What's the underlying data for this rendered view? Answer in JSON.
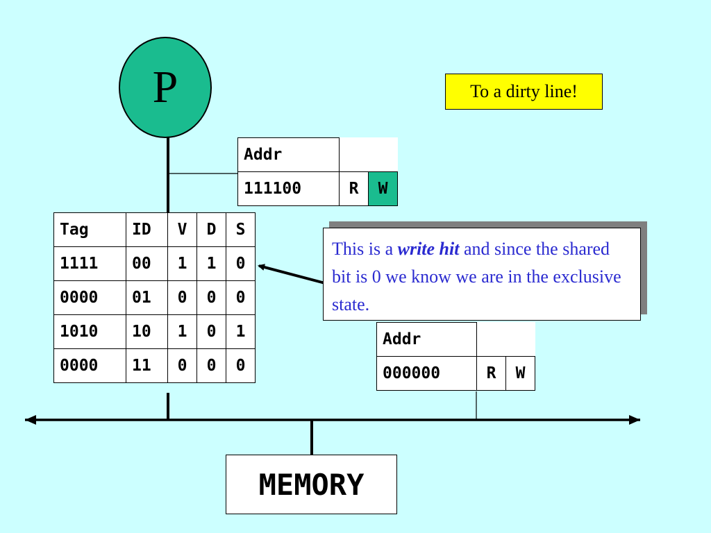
{
  "processor": {
    "label": "P"
  },
  "note": {
    "text": "To a dirty line!"
  },
  "request_top": {
    "header": "Addr",
    "address": "111100",
    "read": "R",
    "write": "W",
    "highlighted": "W"
  },
  "cache": {
    "headers": [
      "Tag",
      "ID",
      "V",
      "D",
      "S"
    ],
    "rows": [
      [
        "1111",
        "00",
        "1",
        "1",
        "0"
      ],
      [
        "0000",
        "01",
        "0",
        "0",
        "0"
      ],
      [
        "1010",
        "10",
        "1",
        "0",
        "1"
      ],
      [
        "0000",
        "11",
        "0",
        "0",
        "0"
      ]
    ]
  },
  "callout": {
    "before": "This is a ",
    "emphasis": "write hit",
    "after": " and since the shared bit is 0 we know we are in the exclusive state."
  },
  "request_bottom": {
    "header": "Addr",
    "address": "000000",
    "read": "R",
    "write": "W"
  },
  "memory": {
    "label": "MEMORY"
  },
  "colors": {
    "background": "#ccffff",
    "processor_fill": "#1abc8f",
    "write_highlight": "#1abc8f",
    "note_fill": "#ffff00",
    "callout_text": "#2a2ad0"
  }
}
